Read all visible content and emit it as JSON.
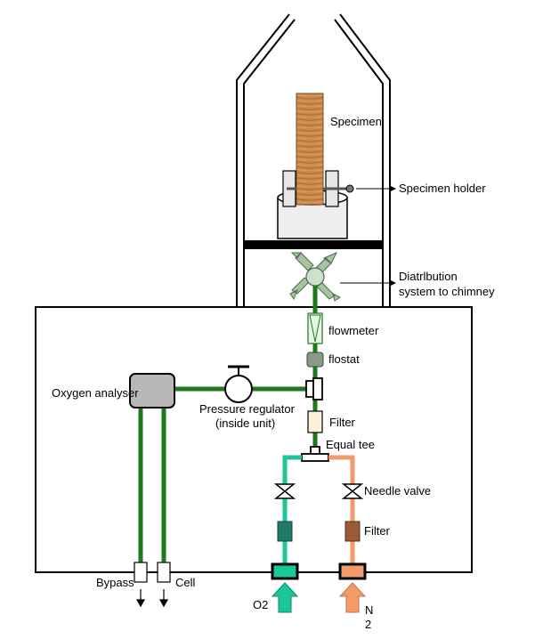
{
  "labels": {
    "specimen": "Specimen",
    "specimen_holder": "Specimen holder",
    "distribution_line1": "Diatrlbution",
    "distribution_line2": "system to chimney",
    "flowmeter": "flowmeter",
    "flostat": "flostat",
    "oxygen_analyser": "Oxygen analyser",
    "pressure_regulator_line1": "Pressure regulator",
    "pressure_regulator_line2": "(inside unit)",
    "filter_upper": "Filter",
    "equal_tee": "Equal tee",
    "needle_valve": "Needle valve",
    "filter_lower": "Filter",
    "bypass": "Bypass",
    "cell": "Cell",
    "o2": "O2",
    "n2_line1": "N",
    "n2_line2": "2"
  },
  "colors": {
    "dark_green_line": "#1f7a1f",
    "teal_line": "#19c79a",
    "orange_line": "#f39a6a",
    "wood": "#c98a4b",
    "flostat": "#8a9a8a",
    "filter_upper": "#fbf1d8",
    "filter_lower": "#9a5a3a",
    "teal_filter": "#1e7a66",
    "analyser_fill": "#b8b8b8"
  }
}
